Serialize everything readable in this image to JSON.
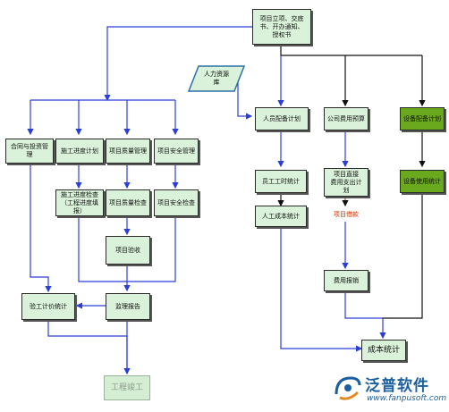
{
  "nodes": {
    "top": "项目立项、交底\n书、开办通知、\n授权书",
    "hr_library": "人力资源\n库",
    "contract": "合同与投资管\n理",
    "schedule_plan": "施工进度计划",
    "quality_mgmt": "项目质量管理",
    "safety_mgmt": "项目安全管理",
    "staff_plan": "人员配备计划",
    "cost_budget": "公司费用预算",
    "equip_plan": "设备配备计划",
    "schedule_check": "施工进度检查\n（工程进度填\n报）",
    "quality_check": "项目质量检查",
    "safety_check": "项目安全检查",
    "work_hours": "员工工时统计",
    "project_expense_plan": "项目直接\n费用支出计\n划",
    "equip_usage": "设备使用统计",
    "acceptance": "项目验收",
    "labor_cost": "人工成本统计",
    "loan": "项目借款",
    "reimbursement": "费用报销",
    "measure_stats": "验工计价统计",
    "supervision": "监理报告",
    "cost_stats": "成本统计",
    "completion": "工程竣工"
  },
  "logo": {
    "name": "泛普软件",
    "url": "www.fanpusoft.com"
  },
  "colors": {
    "box_fill": "#d9f2d9",
    "box_dark": "#6aa81e",
    "arrow": "#2b3fd6",
    "line_dark": "#111111",
    "loan_text": "#cc3300"
  }
}
